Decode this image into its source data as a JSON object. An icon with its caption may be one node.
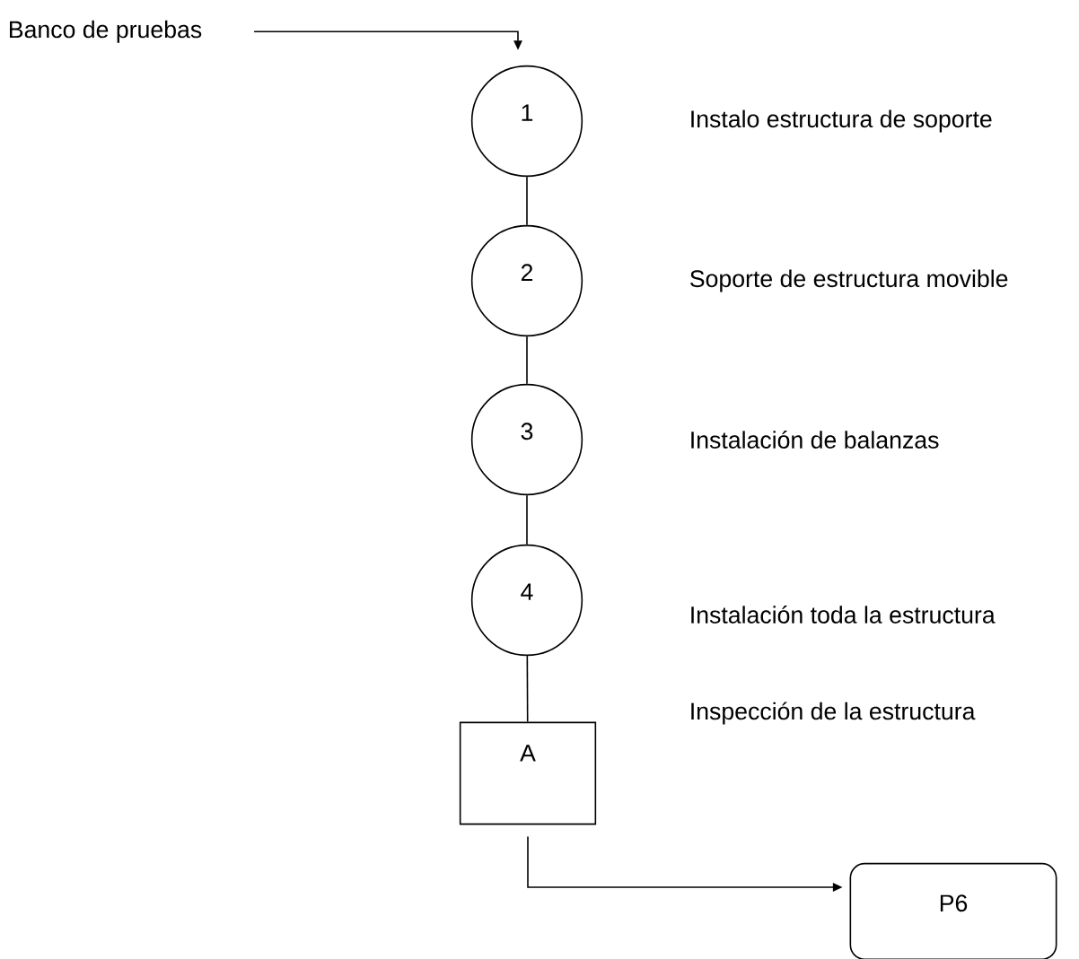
{
  "diagram": {
    "nodes": [
      {
        "text": [
          "Banco de pruebas"
        ]
      },
      {
        "text": [
          "1"
        ]
      },
      {
        "text": [
          "2"
        ]
      },
      {
        "text": [
          "3"
        ]
      },
      {
        "text": [
          "4"
        ]
      },
      {
        "text": [
          "A"
        ]
      },
      {
        "text": [
          "P6"
        ]
      }
    ],
    "edges": [
      {
        "from": 0,
        "to": 1,
        "arrow": "to"
      },
      {
        "from": 1,
        "to": 2,
        "arrow": "none"
      },
      {
        "from": 2,
        "to": 3,
        "arrow": "none"
      },
      {
        "from": 3,
        "to": 4,
        "arrow": "none"
      },
      {
        "from": 4,
        "to": 5,
        "arrow": "none"
      },
      {
        "from": 5,
        "to": 6,
        "arrow": "to"
      }
    ],
    "labels": [
      "Instalo estructura de soporte",
      "Soporte de estructura movible",
      "Instalación de balanzas",
      "Instalación toda la estructura",
      "Inspección de la estructura"
    ]
  }
}
